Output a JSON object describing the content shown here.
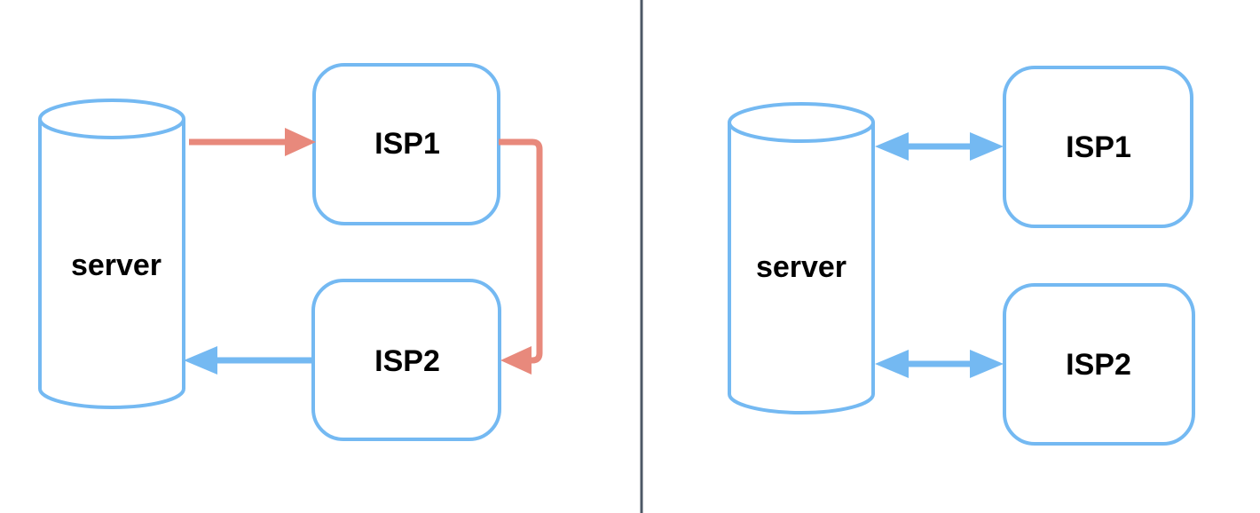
{
  "colors": {
    "background": "#ffffff",
    "node_stroke": "#74b9f2",
    "outbound_arrow": "#e8897c",
    "inbound_arrow": "#74b9f2",
    "bidirectional_arrow": "#74b9f2",
    "divider": "#4d5866",
    "label": "#000000"
  },
  "left_diagram": {
    "server_label": "server",
    "isp1_label": "ISP1",
    "isp2_label": "ISP2"
  },
  "right_diagram": {
    "server_label": "server",
    "isp1_label": "ISP1",
    "isp2_label": "ISP2"
  }
}
